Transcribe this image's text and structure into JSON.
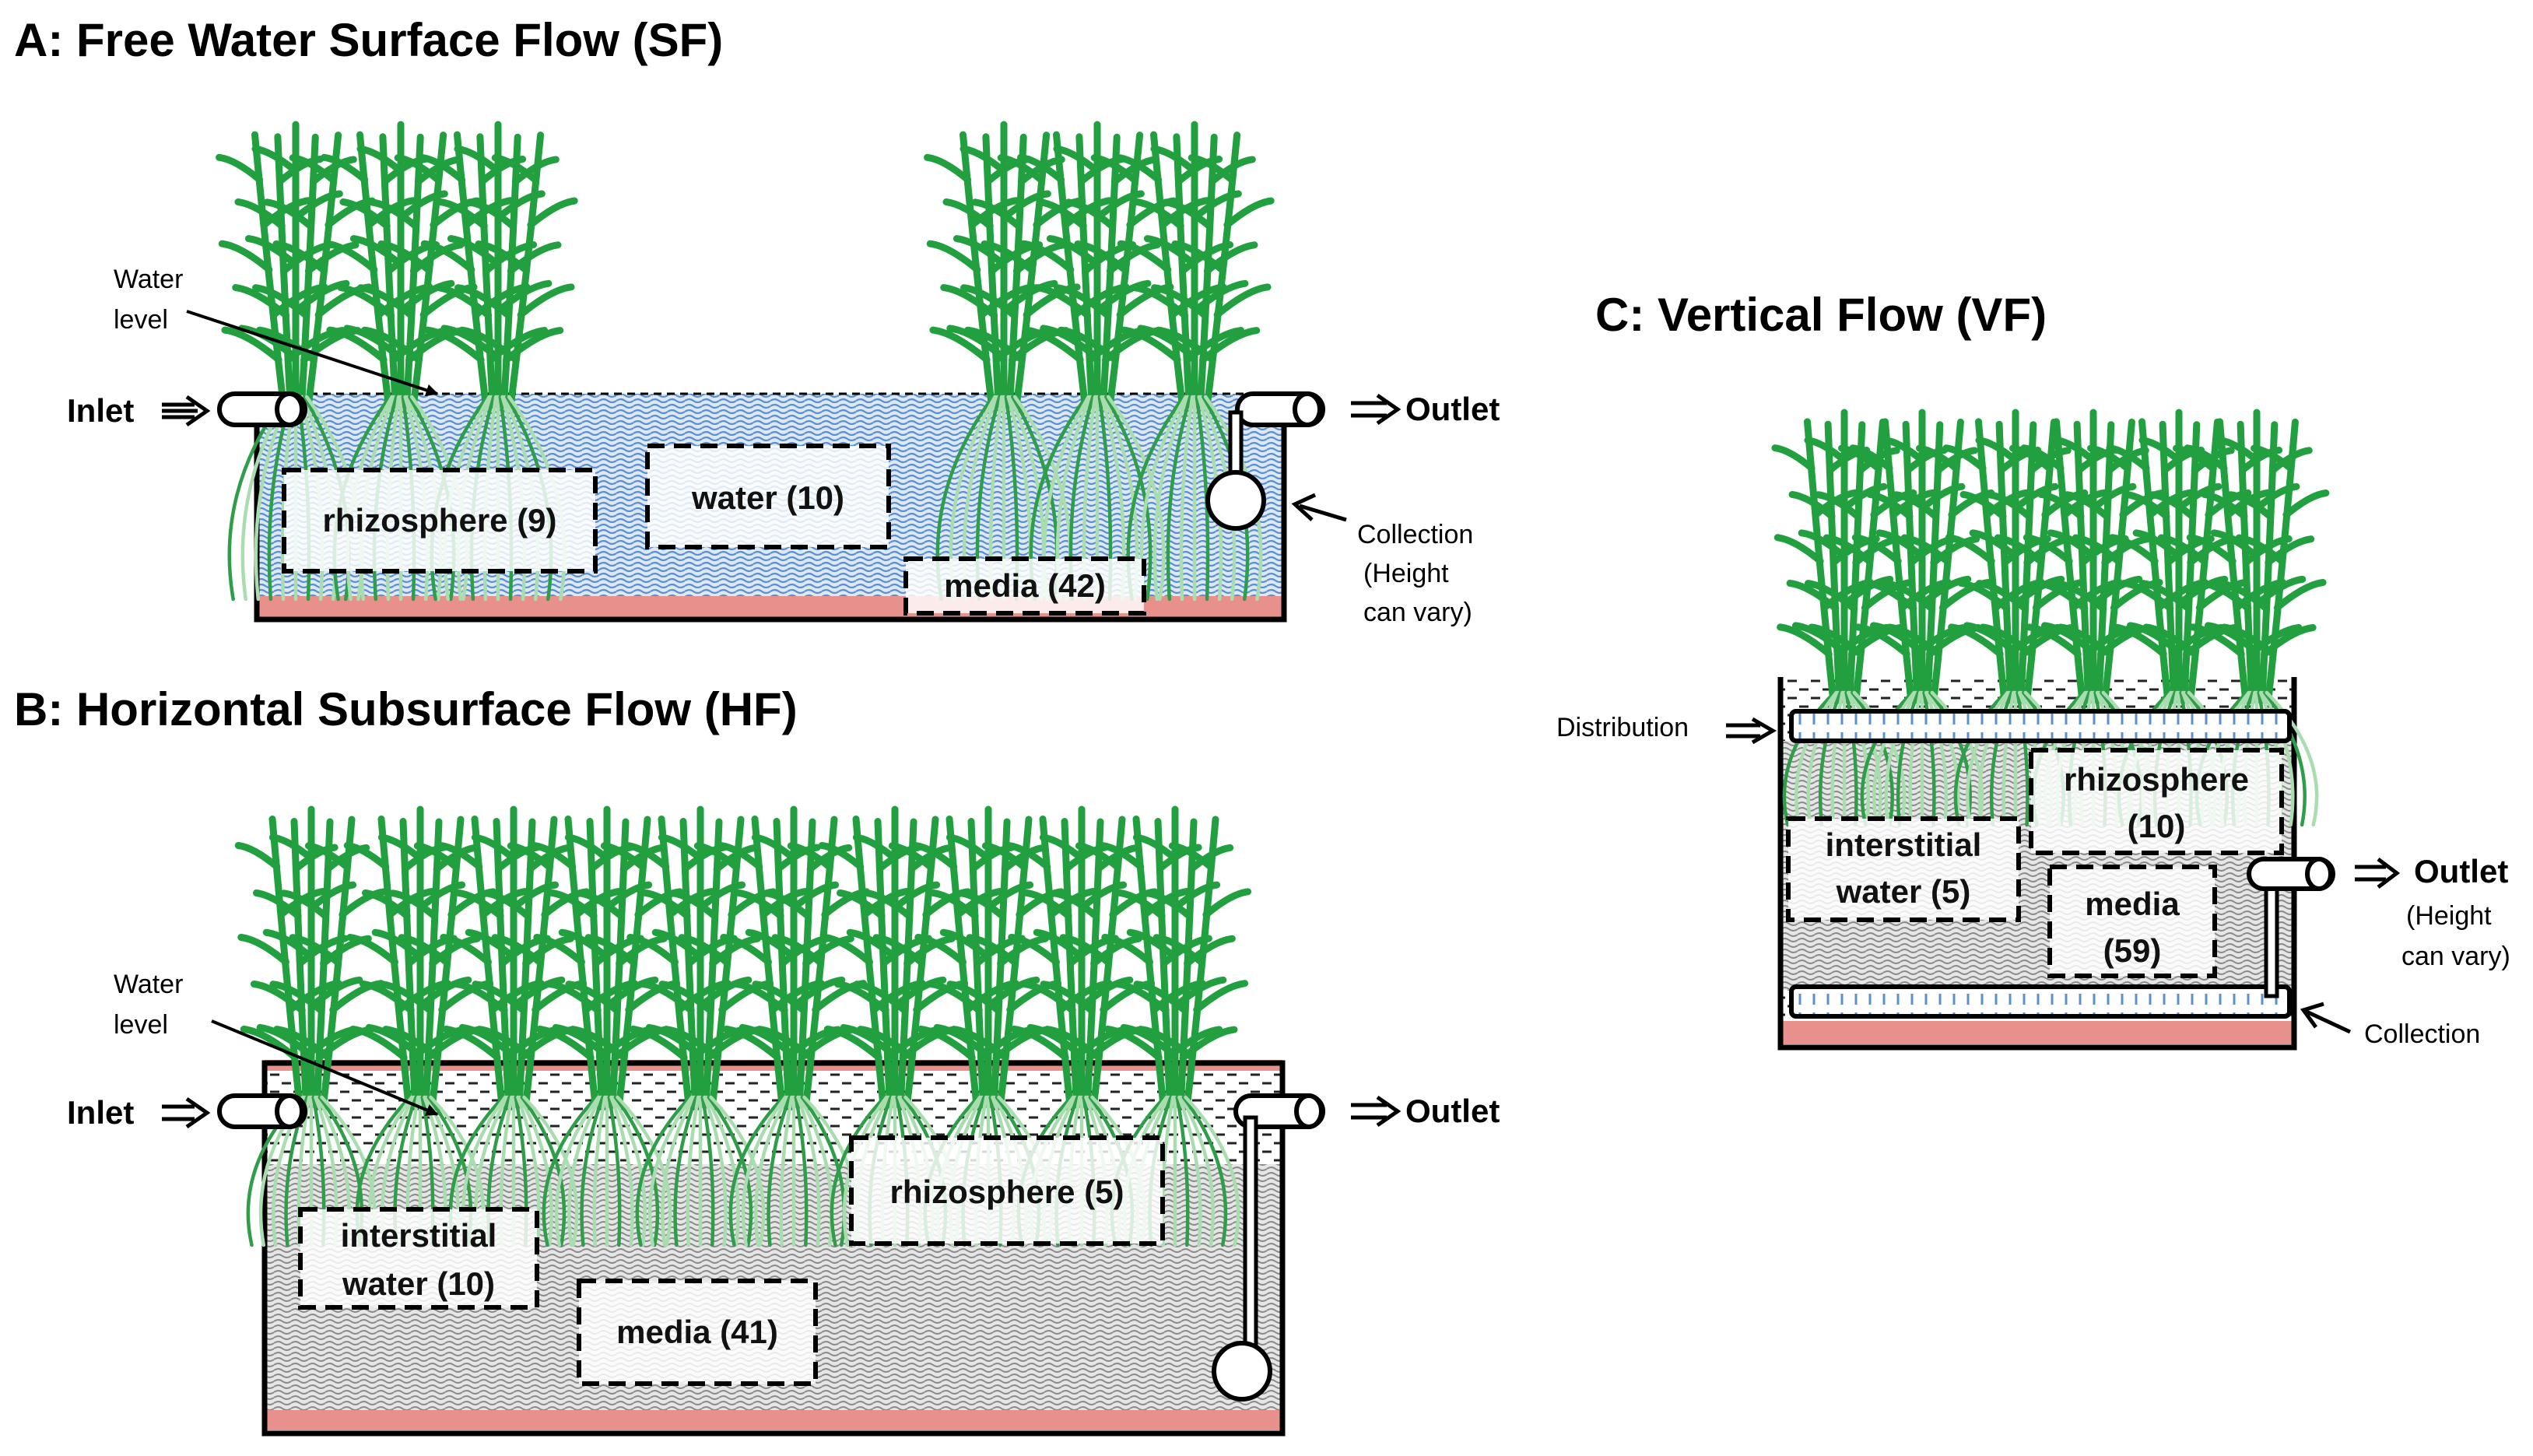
{
  "panels": {
    "a": {
      "title": "A: Free Water Surface Flow (SF)",
      "water_level_line1": "Water",
      "water_level_line2": "level",
      "inlet": "Inlet",
      "outlet": "Outlet",
      "collection_line1": "Collection",
      "collection_line2": "(Height",
      "collection_line3": "can vary)",
      "zones": {
        "rhizosphere": "rhizosphere (9)",
        "water": "water (10)",
        "media": "media (42)"
      }
    },
    "b": {
      "title": "B: Horizontal Subsurface Flow (HF)",
      "water_level_line1": "Water",
      "water_level_line2": "level",
      "inlet": "Inlet",
      "outlet": "Outlet",
      "zones": {
        "rhizosphere": "rhizosphere (5)",
        "interstitial_line1": "interstitial",
        "interstitial_line2": "water (10)",
        "media": "media (41)"
      }
    },
    "c": {
      "title": "C: Vertical Flow (VF)",
      "distribution": "Distribution",
      "outlet": "Outlet",
      "outlet_note_line1": "(Height",
      "outlet_note_line2": "can vary)",
      "collection": "Collection",
      "zones": {
        "rhizosphere_line1": "rhizosphere",
        "rhizosphere_line2": "(10)",
        "interstitial_line1": "interstitial",
        "interstitial_line2": "water (5)",
        "media_line1": "media",
        "media_line2": "(59)"
      }
    }
  },
  "colors": {
    "plant_green": "#22A040",
    "root_pale": "#A9DDB0",
    "water_blue": "#5B8FD0",
    "media_gray": "#8A8A8A",
    "base_pink": "#E8908C"
  }
}
